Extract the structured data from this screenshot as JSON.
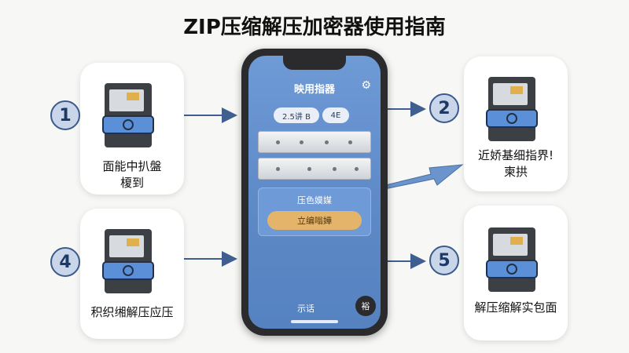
{
  "title": "ZIP压缩解压加密器使用指南",
  "steps": [
    {
      "number": "1",
      "label_line1": "面能中扒盤",
      "label_line2": "榎到"
    },
    {
      "number": "2",
      "label_line1": "近娇基细指界!",
      "label_line2": "柬拱"
    },
    {
      "number": "4",
      "label_line1": "积织缃解压应压",
      "label_line2": ""
    },
    {
      "number": "5",
      "label_line1": "解压缩解实包面",
      "label_line2": ""
    }
  ],
  "phone": {
    "app_title": "映用指器",
    "chip_size": "2.5讲 B",
    "chip_code": "4E",
    "panel_title": "压色嫫媒",
    "panel_button": "立编嗡嬅",
    "bottom_text": "示话",
    "bottom_button": "裕"
  },
  "colors": {
    "accent_blue": "#5d88c6",
    "button_orange": "#e3b46a",
    "badge_border": "#3a5a8c",
    "arrow": "#3e5f8f"
  },
  "icons": {
    "device": "card-reader-device-icon",
    "settings": "gear-icon"
  }
}
